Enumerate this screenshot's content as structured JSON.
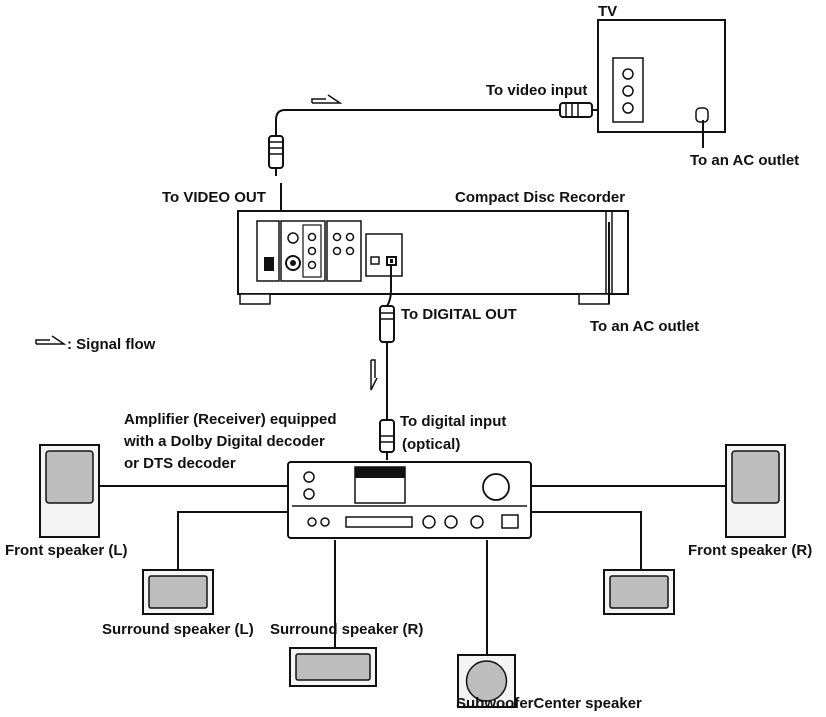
{
  "labels": {
    "tv": "TV",
    "to_video_input": "To video input",
    "to_ac_outlet_tv": "To an AC outlet",
    "to_video_out": "To VIDEO OUT",
    "compact_disc_recorder": "Compact Disc Recorder",
    "to_digital_out": "To DIGITAL OUT",
    "to_ac_outlet_recorder": "To an AC outlet",
    "signal_flow_legend": ": Signal flow",
    "amplifier_line1": "Amplifier (Receiver) equipped",
    "amplifier_line2": "with a Dolby Digital decoder",
    "amplifier_line3": "or DTS decoder",
    "to_digital_input_line1": "To digital input",
    "to_digital_input_line2": "(optical)",
    "front_speaker_l": "Front speaker (L)",
    "front_speaker_r": "Front speaker (R)",
    "surround_speaker_l": "Surround speaker (L)",
    "surround_speaker_r": "Surround speaker (R)",
    "subwoofer": "Subwoofer",
    "center_speaker": "Center speaker"
  },
  "colors": {
    "line": "#111111",
    "device_fill": "#ffffff",
    "speaker_grille": "#bdbdbd",
    "speaker_body": "#f4f4f4"
  },
  "icons": {
    "signal_flow": "signal-flow-arrow-icon",
    "rca_plug": "rca-plug-icon",
    "optical_plug": "optical-plug-icon",
    "ac_plug": "ac-plug-icon"
  }
}
